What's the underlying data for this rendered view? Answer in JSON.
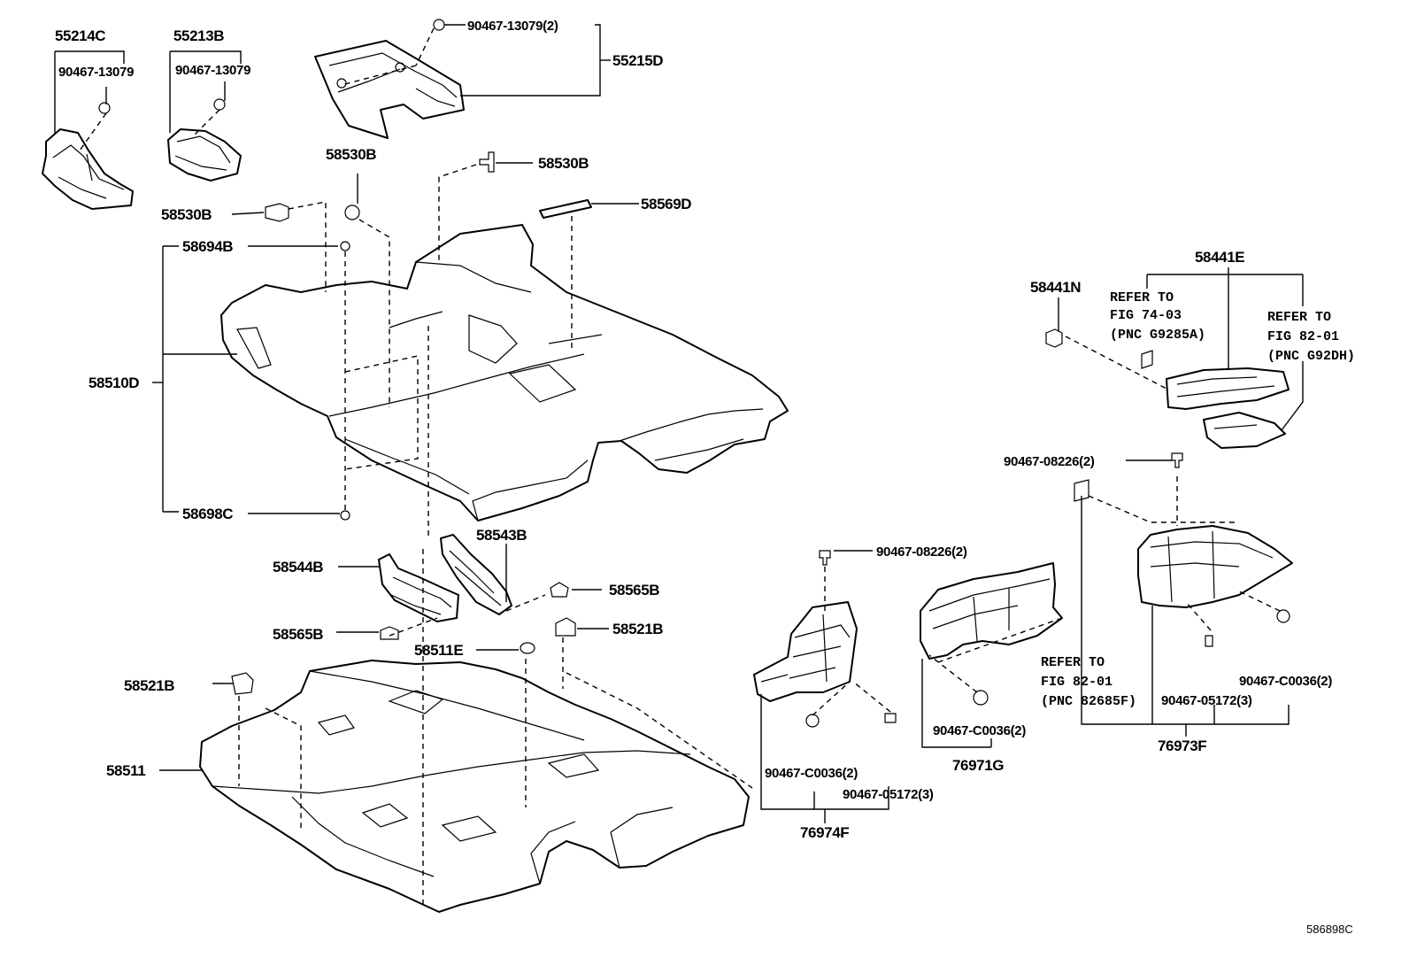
{
  "labels": {
    "p55214C": "55214C",
    "p55213B": "55213B",
    "p90467_13079_a": "90467-13079",
    "p90467_13079_b": "90467-13079",
    "p90467_13079_2": "90467-13079(2)",
    "p55215D": "55215D",
    "p58530B_a": "58530B",
    "p58530B_b": "58530B",
    "p58530B_c": "58530B",
    "p58569D": "58569D",
    "p58694B": "58694B",
    "p58510D": "58510D",
    "p58698C": "58698C",
    "p58543B": "58543B",
    "p58544B": "58544B",
    "p58565B_a": "58565B",
    "p58565B_b": "58565B",
    "p58521B_a": "58521B",
    "p58521B_b": "58521B",
    "p58511E": "58511E",
    "p58511": "58511",
    "p58441E": "58441E",
    "p58441N": "58441N",
    "p90467_08226_a": "90467-08226(2)",
    "p90467_08226_b": "90467-08226(2)",
    "p90467_C0036_a": "90467-C0036(2)",
    "p90467_C0036_b": "90467-C0036(2)",
    "p90467_C0036_c": "90467-C0036(2)",
    "p90467_05172_a": "90467-05172(3)",
    "p90467_05172_b": "90467-05172(3)",
    "p76971G": "76971G",
    "p76973F": "76973F",
    "p76974F": "76974F",
    "diagram_id": "586898C"
  },
  "refs": {
    "ref1": [
      "REFER TO",
      "FIG 74-03",
      "(PNC G9285A)"
    ],
    "ref2": [
      "REFER TO",
      "FIG 82-01",
      "(PNC G92DH)"
    ],
    "ref3": [
      "REFER TO",
      "FIG 82-01",
      "(PNC 82685F)"
    ]
  }
}
